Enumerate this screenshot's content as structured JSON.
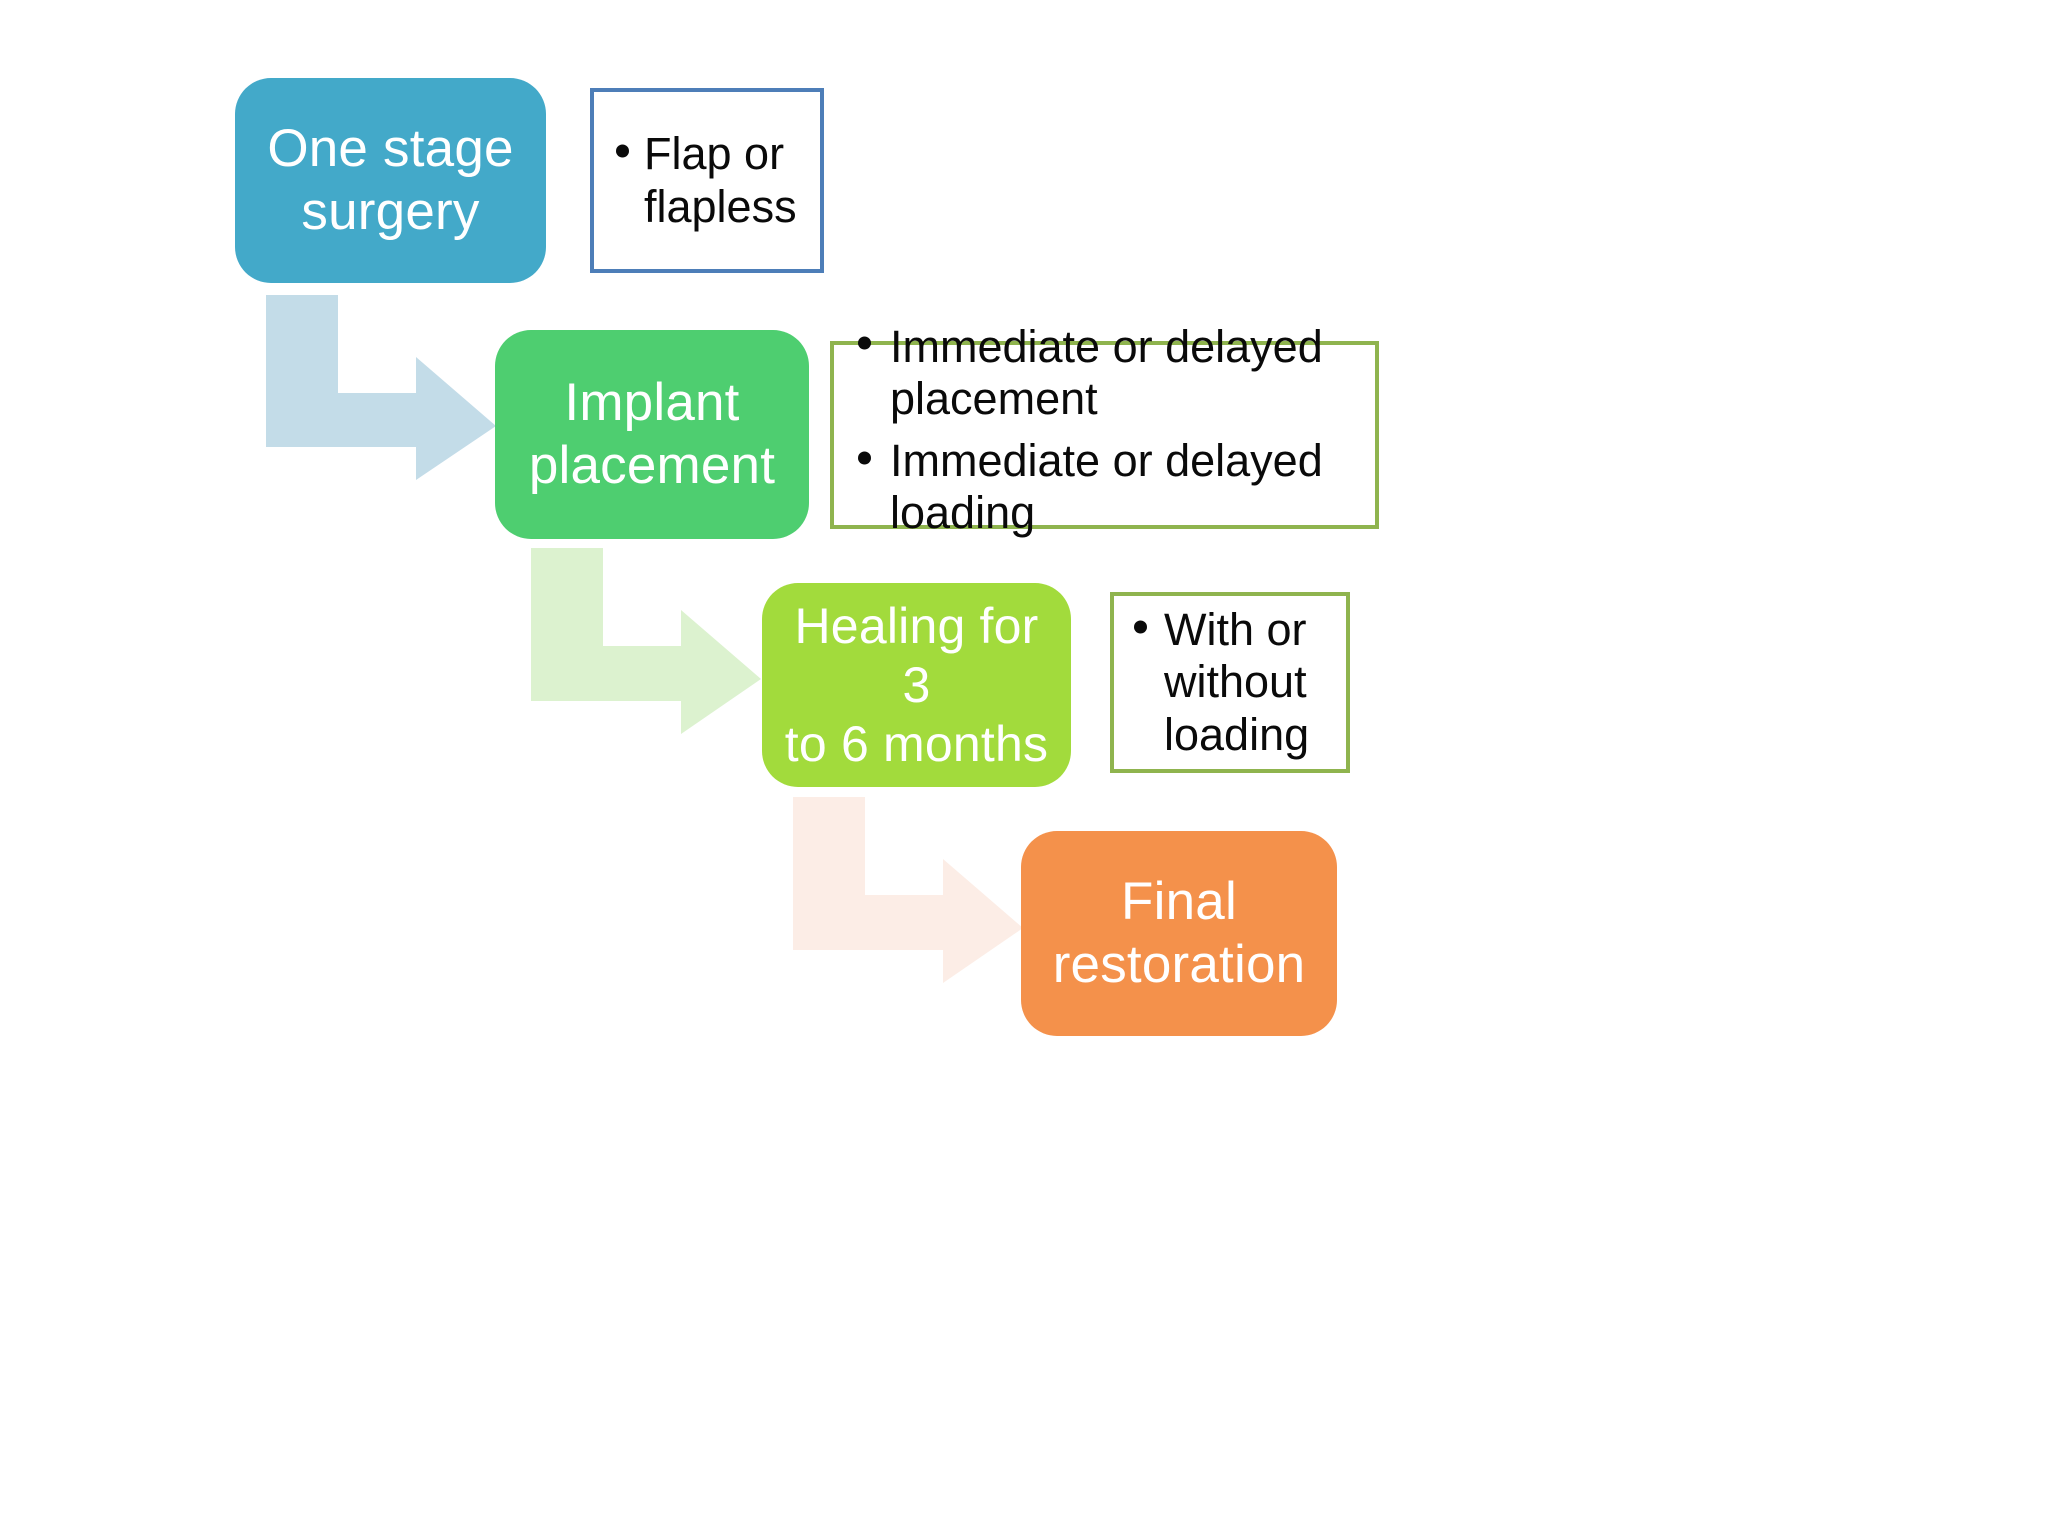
{
  "diagram": {
    "title": "One stage surgery implant workflow",
    "background_color": "#FFFFFF",
    "steps": [
      {
        "id": "one-stage-surgery",
        "label": "One stage\nsurgery",
        "fill_color": "#43A9C9",
        "text_color": "#FFFFFF"
      },
      {
        "id": "implant-placement",
        "label": "Implant\nplacement",
        "fill_color": "#4ECE70",
        "text_color": "#FFFFFF"
      },
      {
        "id": "healing",
        "label": "Healing for 3\nto 6 months",
        "fill_color": "#A2DB3C",
        "text_color": "#FFFFFF"
      },
      {
        "id": "final-restoration",
        "label": "Final\nrestoration",
        "fill_color": "#F4914B",
        "text_color": "#FFFFFF"
      }
    ],
    "notes": [
      {
        "id": "flap",
        "border_color": "#4D7EB8",
        "bullets": [
          "Flap or flapless"
        ]
      },
      {
        "id": "placement-loading",
        "border_color": "#8FB44E",
        "bullets": [
          "Immediate or delayed placement",
          "Immediate or delayed loading"
        ]
      },
      {
        "id": "with-without-loading",
        "border_color": "#8FB44E",
        "bullets": [
          "With or without loading"
        ]
      }
    ],
    "connectors": [
      {
        "id": "surgery-to-implant",
        "from": "one-stage-surgery",
        "to": "implant-placement",
        "shape": "elbow-down-right-arrow",
        "color": "#C3DCE8"
      },
      {
        "id": "implant-to-healing",
        "from": "implant-placement",
        "to": "healing",
        "shape": "elbow-down-right-arrow",
        "color": "#DCF2CF"
      },
      {
        "id": "healing-to-final",
        "from": "healing",
        "to": "final-restoration",
        "shape": "elbow-down-right-arrow",
        "color": "#FCEDE6"
      }
    ]
  }
}
